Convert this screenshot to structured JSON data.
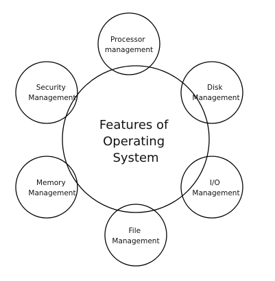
{
  "diagram": {
    "center": {
      "lines": [
        "Features of",
        "Operating",
        "System"
      ]
    },
    "nodes": [
      {
        "id": "processor",
        "lines": [
          "Processor",
          "management"
        ]
      },
      {
        "id": "disk",
        "lines": [
          "Disk",
          "Management"
        ]
      },
      {
        "id": "io",
        "lines": [
          "I/O",
          "Management"
        ]
      },
      {
        "id": "file",
        "lines": [
          "File",
          "Management"
        ]
      },
      {
        "id": "memory",
        "lines": [
          "Memory",
          "Management"
        ]
      },
      {
        "id": "security",
        "lines": [
          "Security",
          "Management"
        ]
      }
    ],
    "colors": {
      "stroke": "#000000",
      "background": "#ffffff",
      "text": "#111111"
    }
  }
}
